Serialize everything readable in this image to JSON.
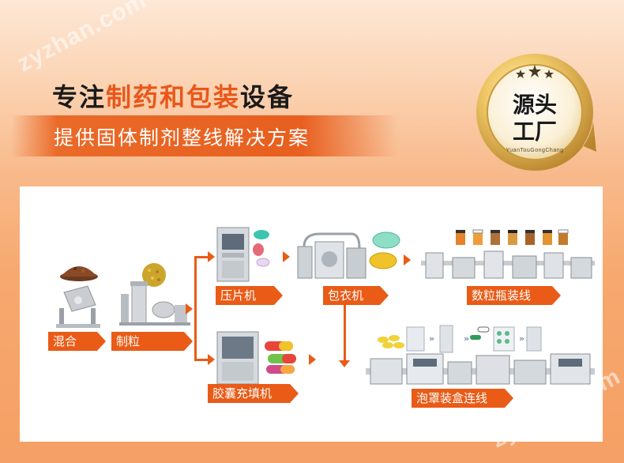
{
  "watermark": {
    "top_text": "zyzhan.com",
    "bottom_text": "zyzhan.com"
  },
  "headline": {
    "part1": "专注",
    "highlight": "制药和包装",
    "part2": "设备"
  },
  "subline": "提供固体制剂整线解决方案",
  "badge": {
    "line1": "源头",
    "line2": "工厂",
    "ring_text": "YuanTouGongChang"
  },
  "colors": {
    "accent": "#e95b17",
    "highlight": "#e8571a",
    "badge_gold": "#d9a441"
  },
  "process": {
    "mixing": "混合",
    "granulating": "制粒",
    "tablet_press": "压片机",
    "coating": "包衣机",
    "bottle_line": "数粒瓶装线",
    "capsule_filler": "胶囊充填机",
    "blister_line": "泡罩装盒连线"
  }
}
